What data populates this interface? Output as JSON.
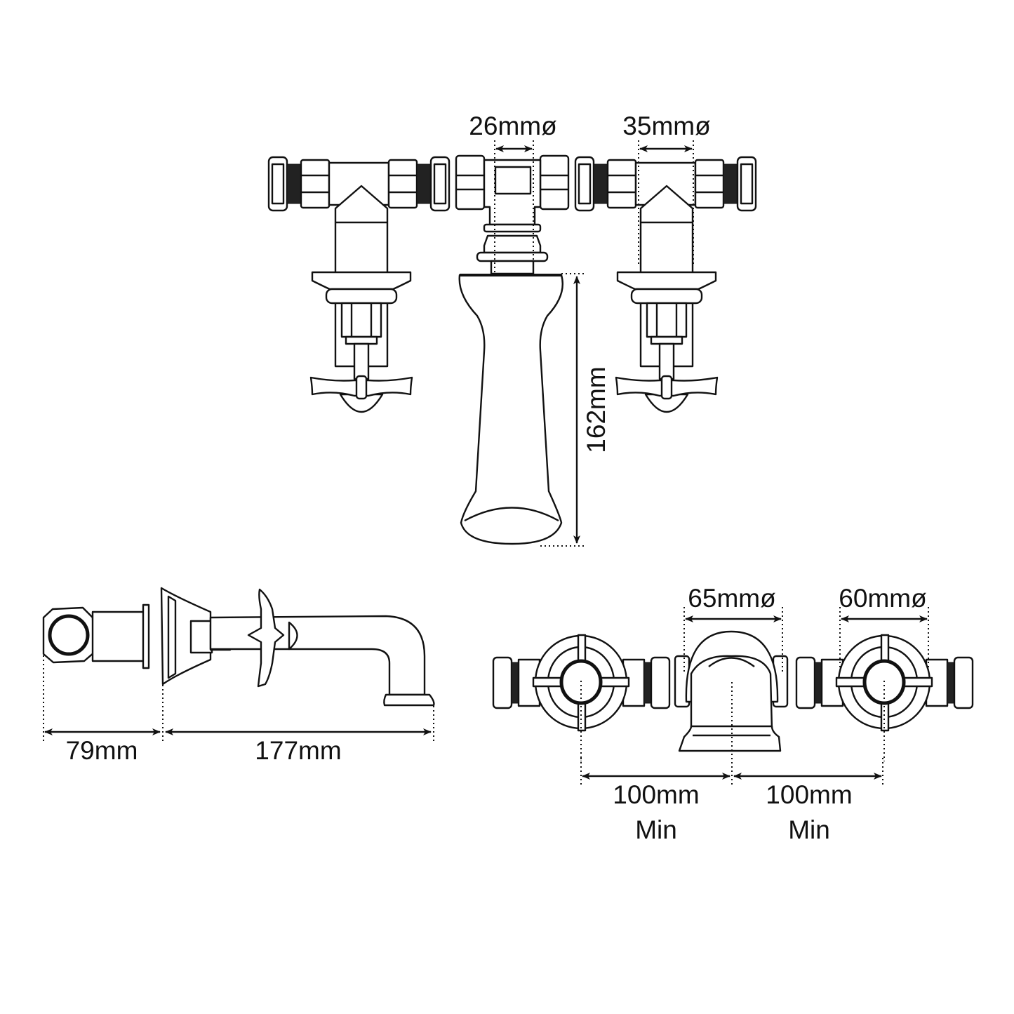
{
  "title": "Tap dimension drawing",
  "line_color": "#111111",
  "background": "#ffffff",
  "views": {
    "top": {
      "spout_diameter": "26mmø",
      "valve_diameter": "35mmø",
      "spout_height": "162mm"
    },
    "side": {
      "depth_behind": "79mm",
      "spout_reach": "177mm"
    },
    "front": {
      "spout_base_diameter": "65mmø",
      "handle_diameter": "60mmø",
      "left_spacing": "100mm",
      "left_spacing_note": "Min",
      "right_spacing": "100mm",
      "right_spacing_note": "Min"
    }
  }
}
